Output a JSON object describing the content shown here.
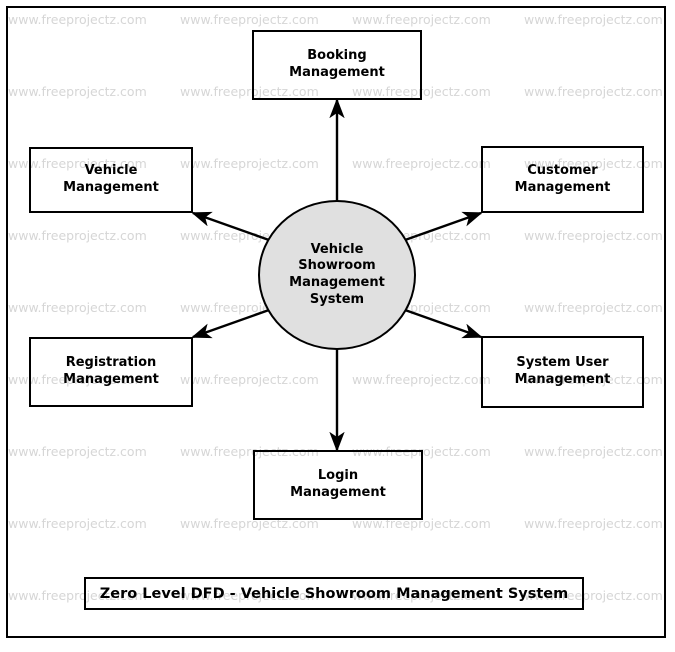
{
  "diagram": {
    "title": "Zero Level DFD - Vehicle Showroom Management System",
    "type": "data-flow-diagram",
    "level": "Zero Level DFD",
    "process": {
      "id": "vehicle-showroom-management-system",
      "label": "Vehicle\nShowroom\nManagement\nSystem",
      "shape": "circle",
      "fill": "#e0e0e0",
      "stroke": "#000000"
    },
    "entities": [
      {
        "id": "booking-management",
        "label": "Booking\nManagement",
        "position": "top",
        "flow": "bidirectional"
      },
      {
        "id": "vehicle-management",
        "label": "Vehicle\nManagement",
        "position": "top-left",
        "flow": "bidirectional"
      },
      {
        "id": "customer-management",
        "label": "Customer\nManagement",
        "position": "top-right",
        "flow": "bidirectional"
      },
      {
        "id": "registration-management",
        "label": "Registration\nManagement",
        "position": "bottom-left",
        "flow": "bidirectional"
      },
      {
        "id": "system-user-management",
        "label": "System User\nManagement",
        "position": "bottom-right",
        "flow": "bidirectional"
      },
      {
        "id": "login-management",
        "label": "Login\nManagement",
        "position": "bottom",
        "flow": "bidirectional"
      }
    ],
    "watermark": {
      "text": "www.freeprojectz.com",
      "color": "#d6d6d6"
    },
    "colors": {
      "stroke": "#000000",
      "process_fill": "#e0e0e0",
      "background": "#ffffff",
      "watermark": "#d6d6d6"
    }
  }
}
